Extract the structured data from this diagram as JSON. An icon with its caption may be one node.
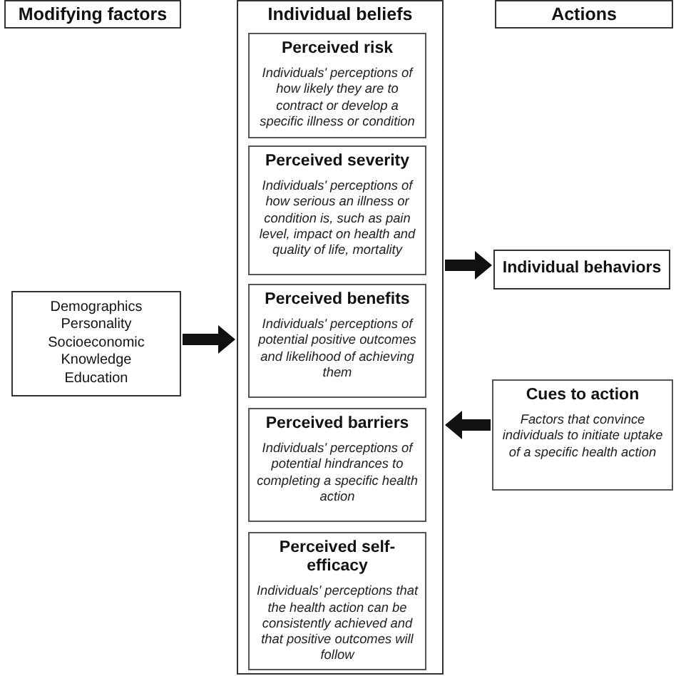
{
  "diagram": {
    "nodes": [
      {
        "text": [
          "Modifying factors"
        ]
      },
      {
        "text": [
          "Individual beliefs"
        ]
      },
      {
        "text": [
          "Perceived risk",
          "Individuals' perceptions of how likely they are to contract or develop a specific illness or condition"
        ],
        "in": 1
      },
      {
        "text": [
          "Perceived severity",
          "Individuals' perceptions of how serious an illness or condition is, such as pain level, impact on health and quality of life, mortality"
        ],
        "in": 1
      },
      {
        "text": [
          "Perceived benefits",
          "Individuals' perceptions of potential positive outcomes and likelihood of achieving them"
        ],
        "in": 1
      },
      {
        "text": [
          "Perceived barriers",
          "Individuals' perceptions of potential hindrances to completing a specific health action"
        ],
        "in": 1
      },
      {
        "text": [
          "Perceived self-efficacy",
          "Individuals' perceptions that the health action can be consistently achieved and that positive outcomes will follow"
        ],
        "in": 1
      },
      {
        "text": [
          "Actions"
        ]
      },
      {
        "text": [
          "Demographics",
          "Personality",
          "Socioeconomic",
          "Knowledge",
          "Education"
        ]
      },
      {
        "text": [
          "Individual behaviors"
        ]
      },
      {
        "text": [
          "Cues to action",
          "Factors that convince individuals to initiate uptake of a specific health action"
        ]
      }
    ],
    "edges": [
      {
        "from": 8,
        "to": 1,
        "arrow": "to"
      },
      {
        "from": 1,
        "to": 9,
        "arrow": "to"
      },
      {
        "from": 10,
        "to": 1,
        "arrow": "to"
      }
    ]
  }
}
